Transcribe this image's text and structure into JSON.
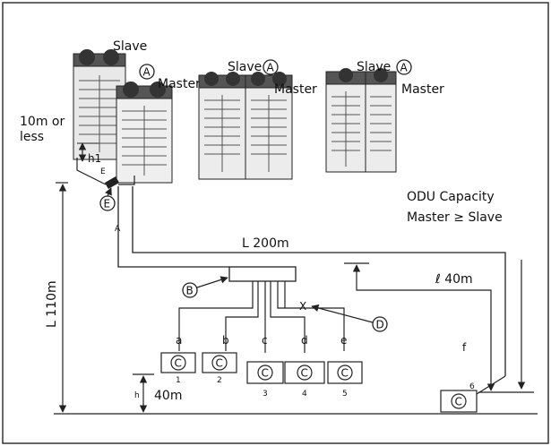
{
  "units": {
    "slave_label": "Slave",
    "master_label": "Master",
    "unit_marker": "A"
  },
  "left_note": {
    "line1": "10m or",
    "line2": "less",
    "h1": "h1",
    "E_small": "E",
    "E_circle": "E",
    "A_small": "A"
  },
  "odu_capacity": {
    "line1": "ODU Capacity",
    "line2": "Master ≥ Slave"
  },
  "pipe_labels": {
    "total": "L 200m",
    "vertical": "L 110m",
    "l40": "ℓ 40m",
    "h40": "40m",
    "h_small": "h"
  },
  "markers": {
    "B": "B",
    "D": "D",
    "X": "X"
  },
  "branch_letters": [
    "a",
    "b",
    "c",
    "d",
    "e",
    "f"
  ],
  "indoor_units": {
    "symbol": "C",
    "numbers": [
      "1",
      "2",
      "3",
      "4",
      "5",
      "6"
    ]
  }
}
